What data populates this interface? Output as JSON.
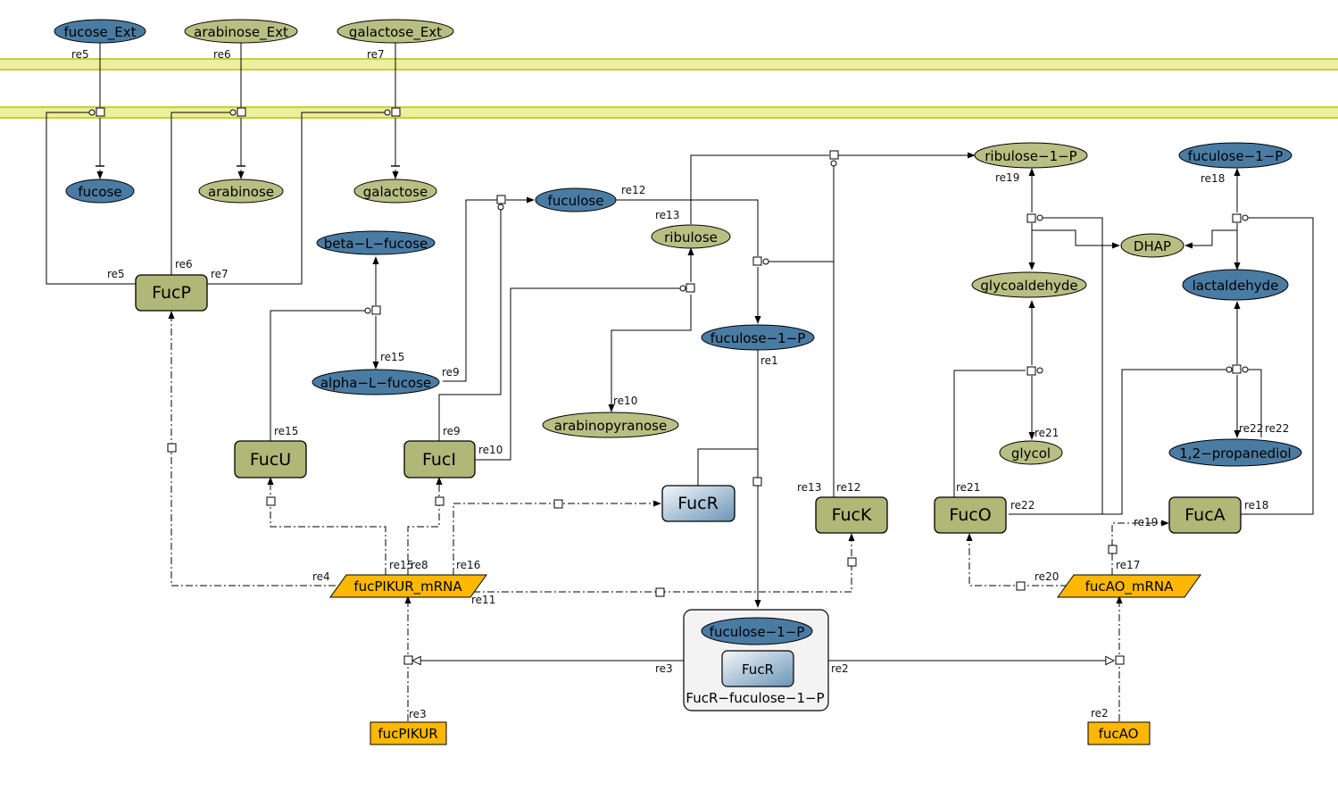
{
  "species": {
    "fucose_ext": "fucose_Ext",
    "arabinose_ext": "arabinose_Ext",
    "galactose_ext": "galactose_Ext",
    "fucose": "fucose",
    "arabinose": "arabinose",
    "galactose": "galactose",
    "beta_l_fucose": "beta−L−fucose",
    "alpha_l_fucose": "alpha−L−fucose",
    "fuculose": "fuculose",
    "ribulose": "ribulose",
    "fuculose_1p_mid": "fuculose−1−P",
    "arabinopyranose": "arabinopyranose",
    "ribulose_1p": "ribulose−1−P",
    "fuculose_1p_right": "fuculose−1−P",
    "dhap": "DHAP",
    "glycoaldehyde": "glycoaldehyde",
    "lactaldehyde": "lactaldehyde",
    "glycol": "glycol",
    "propanediol": "1,2−propanediol",
    "complex_fuculose_1p": "fuculose−1−P",
    "complex_fucr": "FucR"
  },
  "proteins": {
    "fucp": "FucP",
    "fucu": "FucU",
    "fuci": "FucI",
    "fucr": "FucR",
    "fuck": "FucK",
    "fuco": "FucO",
    "fuca": "FucA"
  },
  "mrna": {
    "fucpikur": "fucPIKUR_mRNA",
    "fucao": "fucAO_mRNA"
  },
  "genes": {
    "fucpikur": "fucPIKUR",
    "fucao": "fucAO"
  },
  "complex": {
    "label": "FucR−fuculose−1−P"
  },
  "reactions": {
    "re1": "re1",
    "re2": "re2",
    "re3": "re3",
    "re4": "re4",
    "re5": "re5",
    "re6": "re6",
    "re7": "re7",
    "re8": "re8",
    "re9": "re9",
    "re10": "re10",
    "re11": "re11",
    "re12": "re12",
    "re13": "re13",
    "re15": "re15",
    "re16": "re16",
    "re17": "re17",
    "re18": "re18",
    "re19": "re19",
    "re20": "re20",
    "re21": "re21",
    "re22": "re22"
  },
  "colors": {
    "membrane": "#ecef9c",
    "membrane_line": "#c9cf3a",
    "blue_species": "#4a7ba3",
    "olive_species": "#b8bf82",
    "protein": "#b0b777",
    "mrna": "#ffb700",
    "gene": "#ffb700",
    "fucr_gradient_light": "#eef4f8",
    "fucr_gradient_dark": "#6f98b8",
    "complex_bg": "#f3f3f3"
  }
}
